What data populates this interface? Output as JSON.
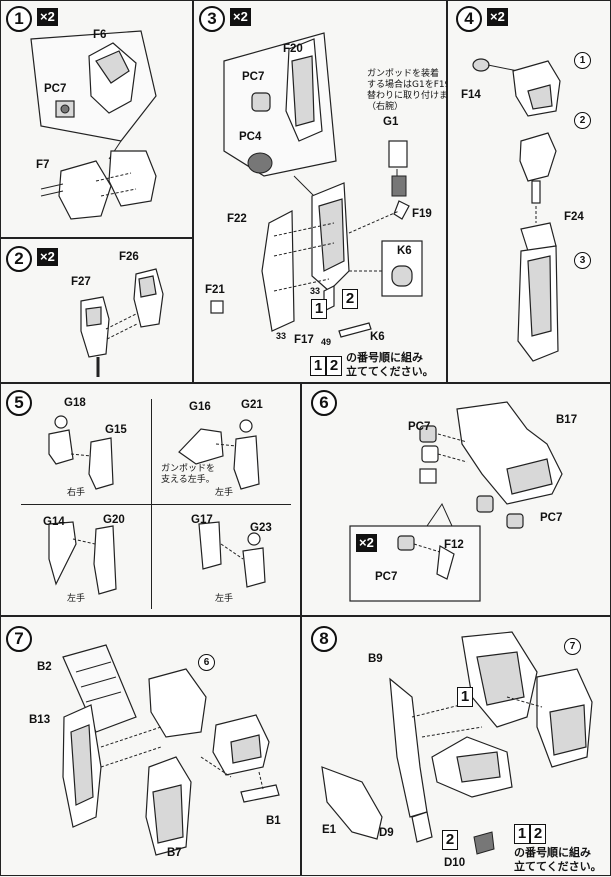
{
  "steps": {
    "s1": {
      "num": "1",
      "mult": "×2",
      "labels": {
        "f6": "F6",
        "pc7": "PC7",
        "f7": "F7"
      }
    },
    "s2": {
      "num": "2",
      "mult": "×2",
      "labels": {
        "f26": "F26",
        "f27": "F27"
      }
    },
    "s3": {
      "num": "3",
      "mult": "×2",
      "labels": {
        "f20": "F20",
        "pc7": "PC7",
        "pc4": "PC4",
        "g1": "G1",
        "f19": "F19",
        "f22": "F22",
        "k6a": "K6",
        "f21": "F21",
        "f17": "F17",
        "k6b": "K6",
        "n33a": "33",
        "n33b": "33",
        "n49": "49",
        "box1": "1",
        "box2": "2",
        "order1": "1",
        "order2": "2"
      },
      "note_gunpod": "ガンポッドを装着\nする場合はG1をF19の\n替わりに取り付けます。\n（右腕）",
      "note_order": "の番号順に組み\n立ててください。"
    },
    "s4": {
      "num": "4",
      "mult": "×2",
      "labels": {
        "f14": "F14",
        "f24": "F24",
        "c1": "1",
        "c2": "2",
        "c3": "3"
      }
    },
    "s5": {
      "num": "5",
      "labels": {
        "g18": "G18",
        "g15": "G15",
        "g16": "G16",
        "g21": "G21",
        "g14": "G14",
        "g20": "G20",
        "g17": "G17",
        "g23": "G23"
      },
      "caption_right": "右手",
      "caption_left1": "左手",
      "caption_left2": "左手",
      "caption_left3": "左手",
      "note_support": "ガンポッドを\n支える左手。"
    },
    "s6": {
      "num": "6",
      "mult": "×2",
      "labels": {
        "pc7a": "PC7",
        "b17": "B17",
        "pc7b": "PC7",
        "pc7c": "PC7",
        "f12": "F12"
      }
    },
    "s7": {
      "num": "7",
      "labels": {
        "b2": "B2",
        "c6": "6",
        "b13": "B13",
        "b1": "B1",
        "b7": "B7"
      }
    },
    "s8": {
      "num": "8",
      "labels": {
        "b9": "B9",
        "c7": "7",
        "box1": "1",
        "e1": "E1",
        "d9": "D9",
        "box2": "2",
        "d10": "D10",
        "order1": "1",
        "order2": "2"
      },
      "note_order": "の番号順に組み\n立ててください。"
    }
  }
}
